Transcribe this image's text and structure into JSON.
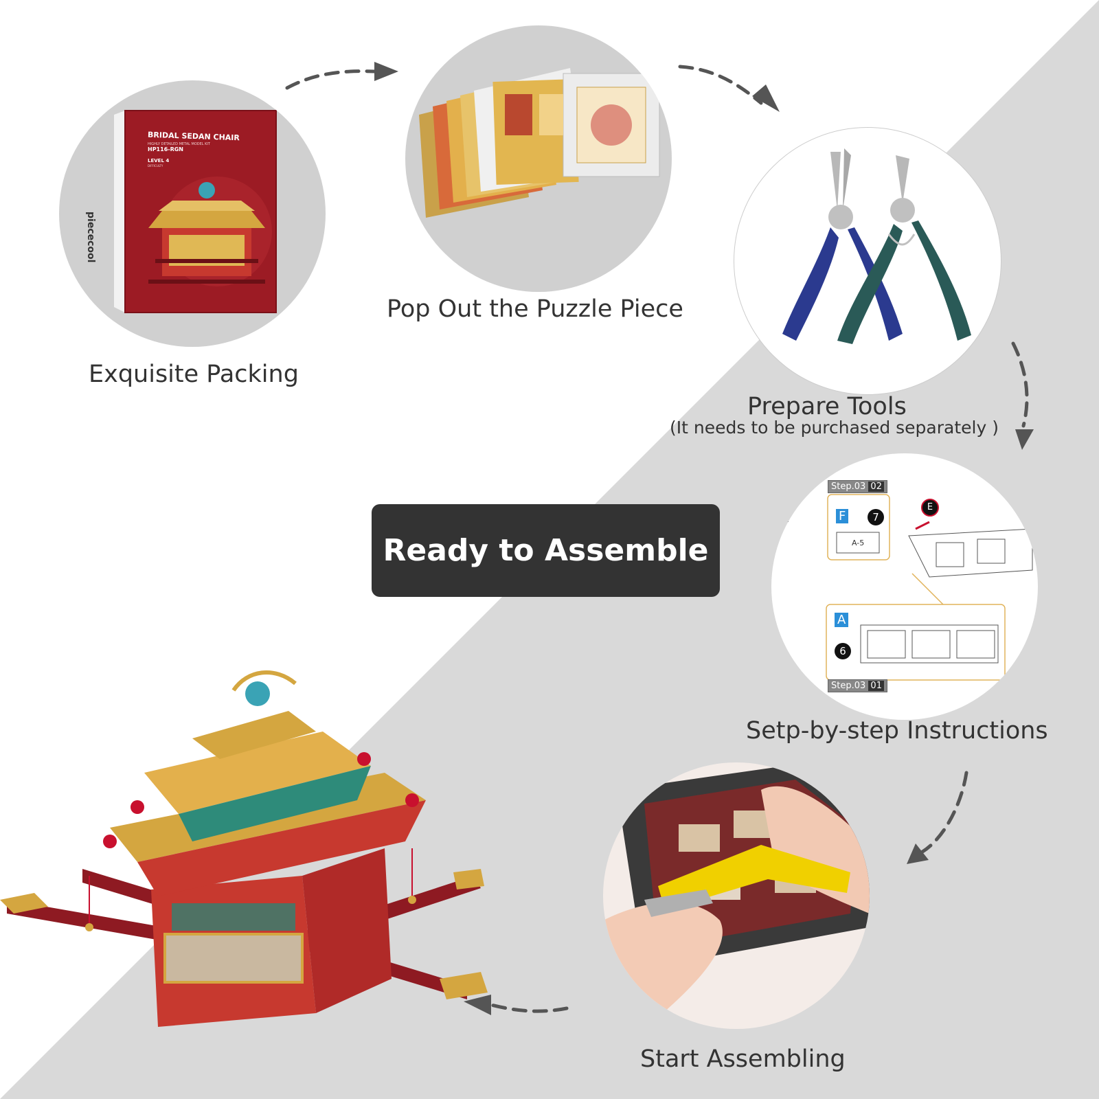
{
  "headline": "Ready to Assemble",
  "steps": [
    {
      "label": "Exquisite Packing"
    },
    {
      "label": "Pop Out the Puzzle Piece"
    },
    {
      "label": "Prepare Tools",
      "note": "(It needs to be purchased separately  )"
    },
    {
      "label": "Setp-by-step Instructions"
    },
    {
      "label": "Start Assembling"
    }
  ],
  "packing_box": {
    "brand": "piececool",
    "title": "BRIDAL SEDAN CHAIR",
    "subtitle": "HIGHLY DETAILED METAL MODEL KIT",
    "model": "HP116-RGN",
    "level": "LEVEL 4",
    "difficulty": "DIFFICULTY"
  },
  "instruction_sheet": {
    "step_top": "Step.03",
    "step_top_num": "02",
    "step_bottom": "Step.03",
    "step_bottom_num": "01",
    "part_f": "F",
    "num_7": "7",
    "part_e": "E",
    "part_a5": "A-5",
    "part_a": "A",
    "num_6": "6"
  },
  "colors": {
    "background_gray": "#d9d9d9",
    "circle_gray": "#d0d0d0",
    "label_text": "#333333",
    "badge_bg": "#333333",
    "badge_text": "#ffffff",
    "arrow": "#555555"
  }
}
